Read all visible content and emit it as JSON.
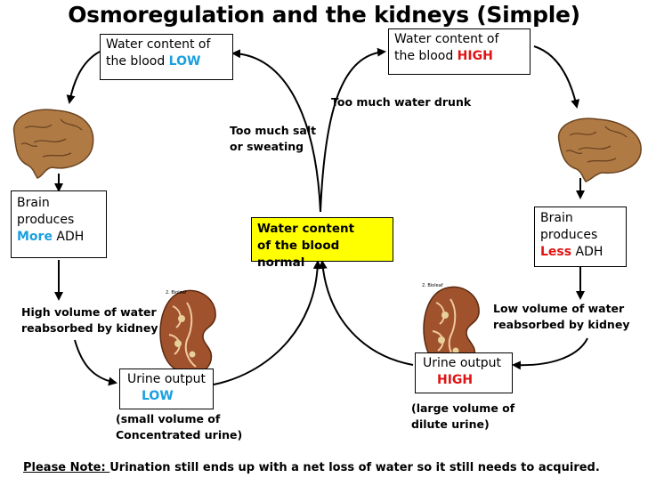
{
  "title": "Osmoregulation and the kidneys (Simple)",
  "boxes": {
    "water_low": {
      "line1": "Water content of",
      "line2_pre": "the blood ",
      "line2_hl": "LOW"
    },
    "water_high": {
      "line1": "Water content of",
      "line2_pre": "the blood ",
      "line2_hl": "HIGH"
    },
    "brain_left": {
      "l1": "Brain",
      "l2": "produces",
      "hl": "More",
      "post": " ADH"
    },
    "brain_right": {
      "l1": "Brain",
      "l2": "produces",
      "hl": "Less",
      "post": " ADH"
    },
    "normal": {
      "l1": "Water content",
      "l2": "of the blood normal"
    },
    "urine_low": {
      "l1": "Urine output",
      "hl": "LOW"
    },
    "urine_high": {
      "l1": "Urine output",
      "hl": "HIGH"
    }
  },
  "labels": {
    "too_much_water": "Too much water drunk",
    "too_much_salt_1": "Too much salt",
    "too_much_salt_2": "or sweating",
    "high_vol_1": "High volume of water",
    "high_vol_2": "reabsorbed by kidney",
    "low_vol_1": "Low volume of water",
    "low_vol_2": "reabsorbed by kidney",
    "small_vol_1": "(small volume of",
    "small_vol_2": "Concentrated urine)",
    "large_vol_1": "(large volume of",
    "large_vol_2": "dilute urine)",
    "kidney_tag": "2. Bioleaf"
  },
  "note": {
    "prefix": "Please Note: ",
    "text": " Urination still ends up with a net loss of water so it still needs to acquired."
  },
  "colors": {
    "low": "#1a9fe0",
    "high": "#e01414",
    "highlight": "#ffff00"
  },
  "icons": [
    "brain-icon",
    "kidney-icon"
  ]
}
